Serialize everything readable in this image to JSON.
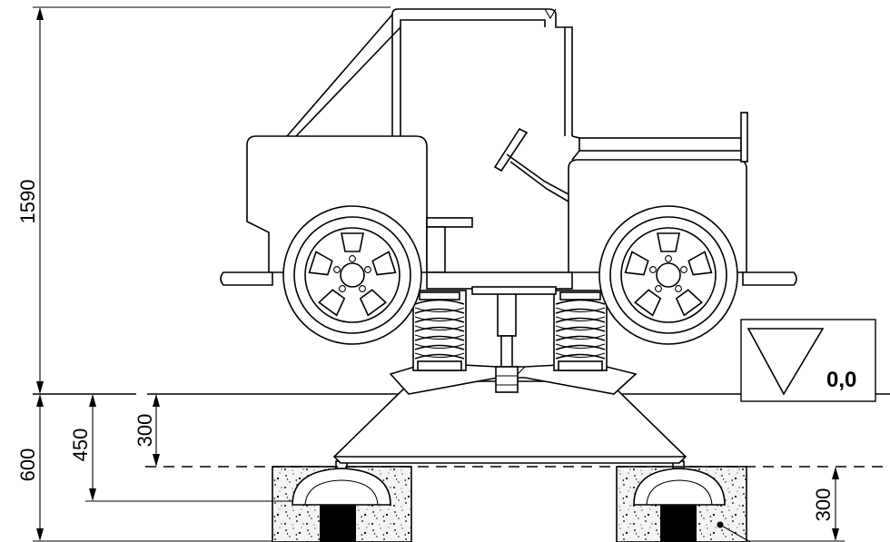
{
  "dimensions": {
    "total_height": "1590",
    "foundation_depth": "600",
    "spring_anchor_depth": "450",
    "base_depth": "300",
    "footing_height": "300"
  },
  "ground_level": {
    "value": "0,0"
  },
  "colors": {
    "line": "#000000",
    "background": "#ffffff",
    "concrete_fill": "#f2f2f2",
    "anchor_block": "#000000"
  }
}
